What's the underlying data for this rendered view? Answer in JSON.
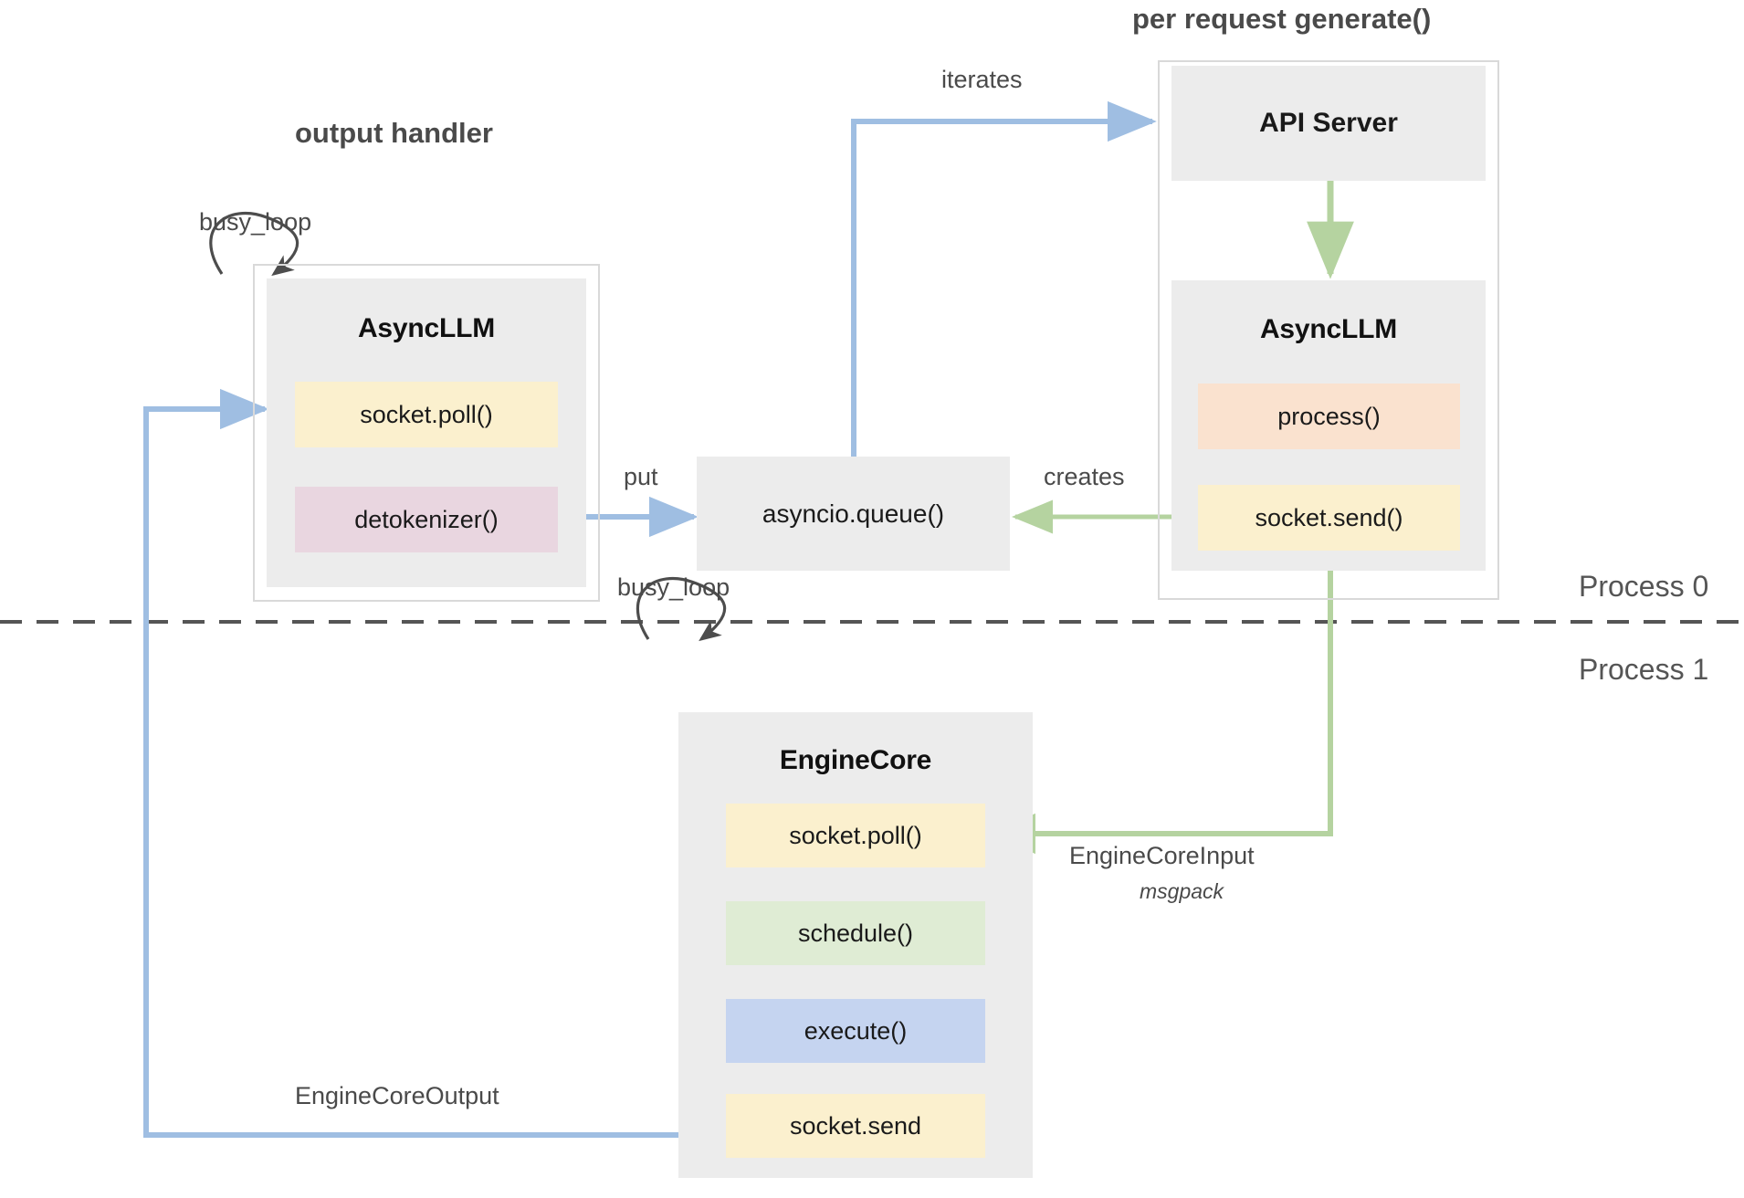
{
  "headings": {
    "output_handler": "output handler",
    "per_request": "per request generate()"
  },
  "process_labels": {
    "process_0": "Process 0",
    "process_1": "Process 1"
  },
  "groups": {
    "async_llm_left": {
      "title": "AsyncLLM",
      "functions": [
        {
          "label": "socket.poll()",
          "color": "#fbf0ce"
        },
        {
          "label": "detokenizer()",
          "color": "#e9d6e0"
        }
      ]
    },
    "async_llm_right": {
      "title": "AsyncLLM",
      "functions": [
        {
          "label": "process()",
          "color": "#fae2cf"
        },
        {
          "label": "socket.send()",
          "color": "#fbf0ce"
        }
      ]
    },
    "api_server": {
      "title": "API Server"
    },
    "engine_core": {
      "title": "EngineCore",
      "functions": [
        {
          "label": "socket.poll()",
          "color": "#fbf0ce"
        },
        {
          "label": "schedule()",
          "color": "#dfecd4"
        },
        {
          "label": "execute()",
          "color": "#c5d4f0"
        },
        {
          "label": "socket.send",
          "color": "#fbf0ce"
        }
      ]
    },
    "queue": {
      "label": "asyncio.queue()"
    }
  },
  "edges": {
    "busy_loop_left": "busy_loop",
    "busy_loop_bottom": "busy_loop",
    "put": "put",
    "iterates": "iterates",
    "creates": "creates",
    "engine_core_input": "EngineCoreInput",
    "engine_core_input_sub": "msgpack",
    "engine_core_output": "EngineCoreOutput"
  },
  "colors": {
    "blue_arrow": "#9fbee2",
    "green_arrow": "#b5d3a0",
    "dark_arrow": "#4d4d4d",
    "box_gray": "#ececec",
    "frame_gray": "#d9d9d9",
    "divider": "#555555",
    "yellow": "#fbf0ce",
    "pink": "#e9d6e0",
    "peach": "#fae2cf",
    "green": "#dfecd4",
    "blue": "#c5d4f0"
  }
}
